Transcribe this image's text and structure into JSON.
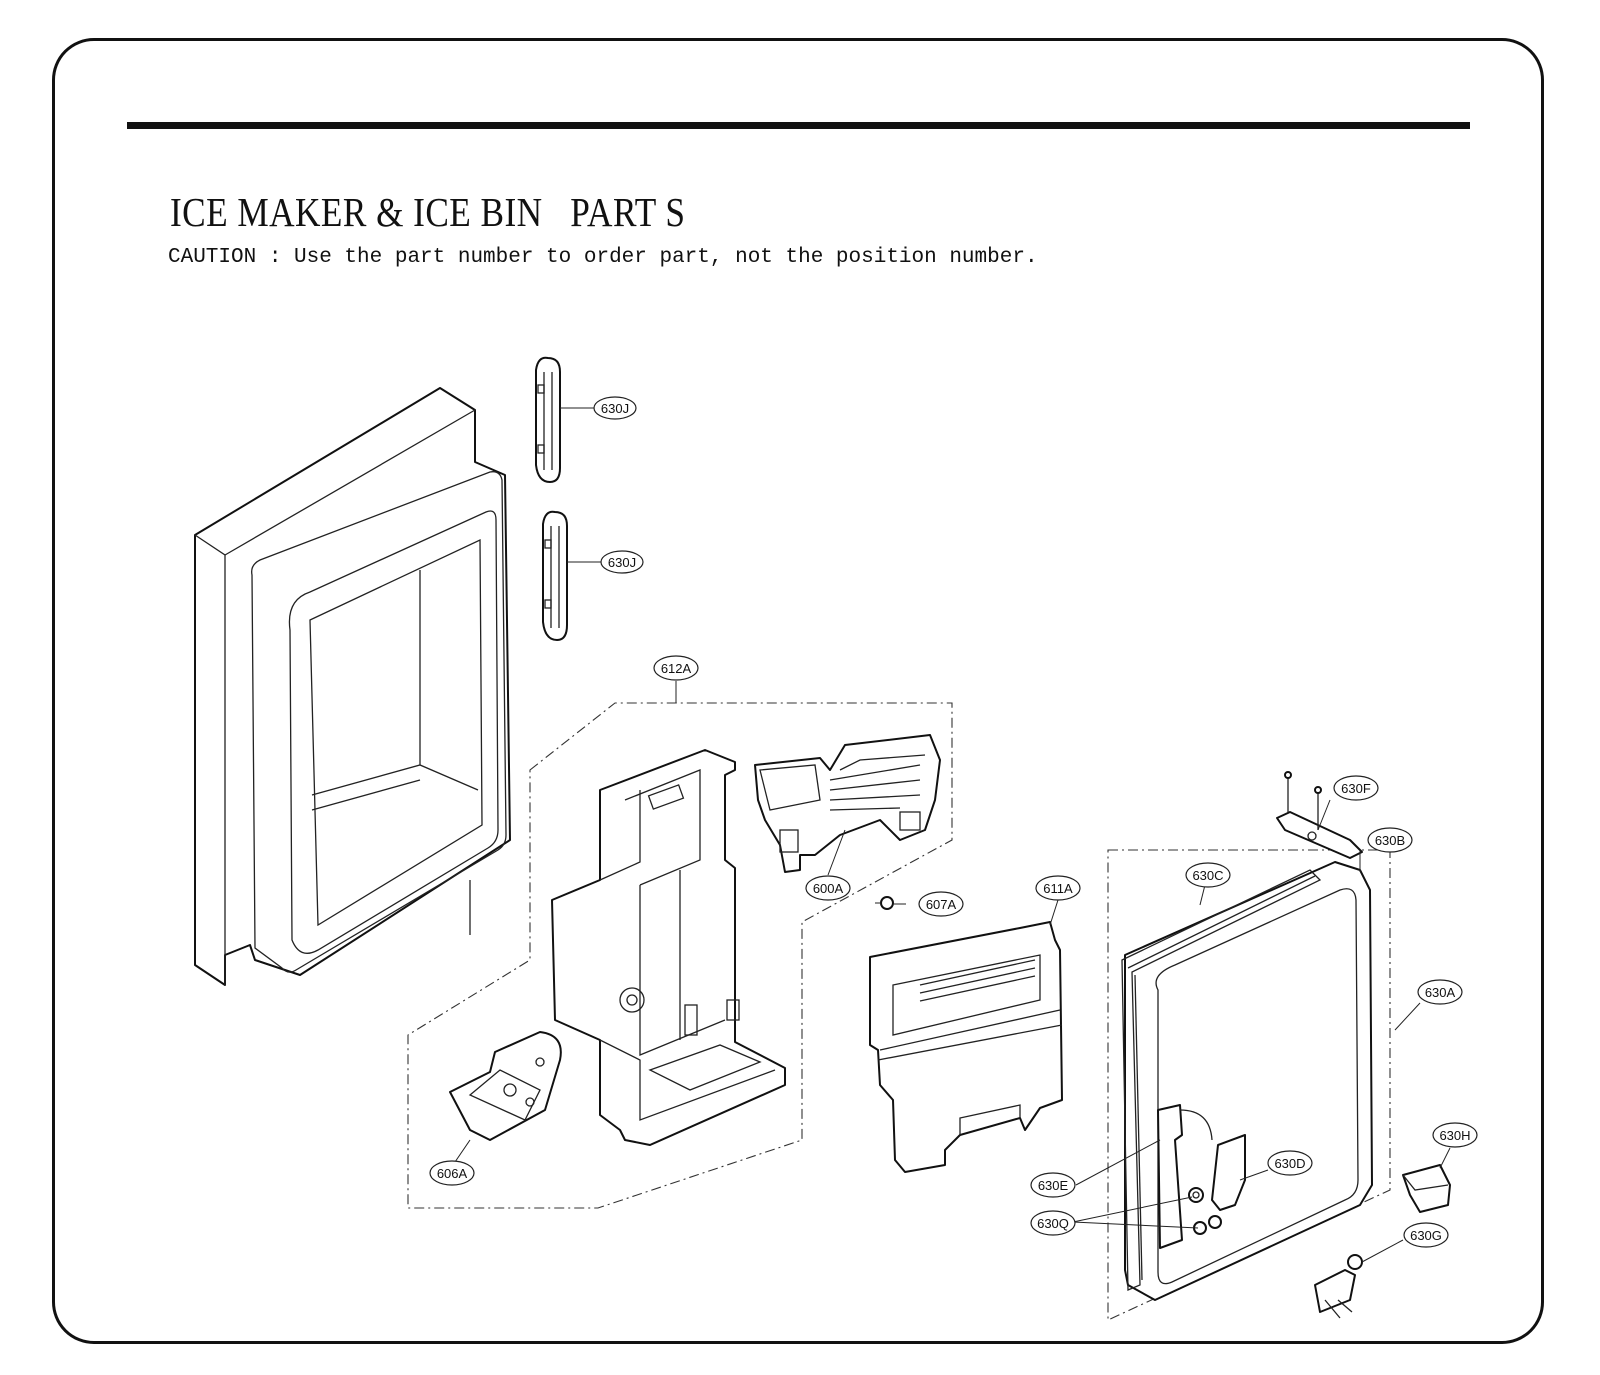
{
  "header": {
    "title": "ICE MAKER & ICE BIN   PART S",
    "caution": "CAUTION : Use the part number to order part, not the position number."
  },
  "callouts": [
    {
      "id": "630J_top",
      "label": "630J"
    },
    {
      "id": "630J_bottom",
      "label": "630J"
    },
    {
      "id": "612A",
      "label": "612A"
    },
    {
      "id": "600A",
      "label": "600A"
    },
    {
      "id": "607A",
      "label": "607A"
    },
    {
      "id": "611A",
      "label": "611A"
    },
    {
      "id": "606A",
      "label": "606A"
    },
    {
      "id": "630F",
      "label": "630F"
    },
    {
      "id": "630B",
      "label": "630B"
    },
    {
      "id": "630C",
      "label": "630C"
    },
    {
      "id": "630A",
      "label": "630A"
    },
    {
      "id": "630H",
      "label": "630H"
    },
    {
      "id": "630D",
      "label": "630D"
    },
    {
      "id": "630E",
      "label": "630E"
    },
    {
      "id": "630Q",
      "label": "630Q"
    },
    {
      "id": "630G",
      "label": "630G"
    }
  ]
}
